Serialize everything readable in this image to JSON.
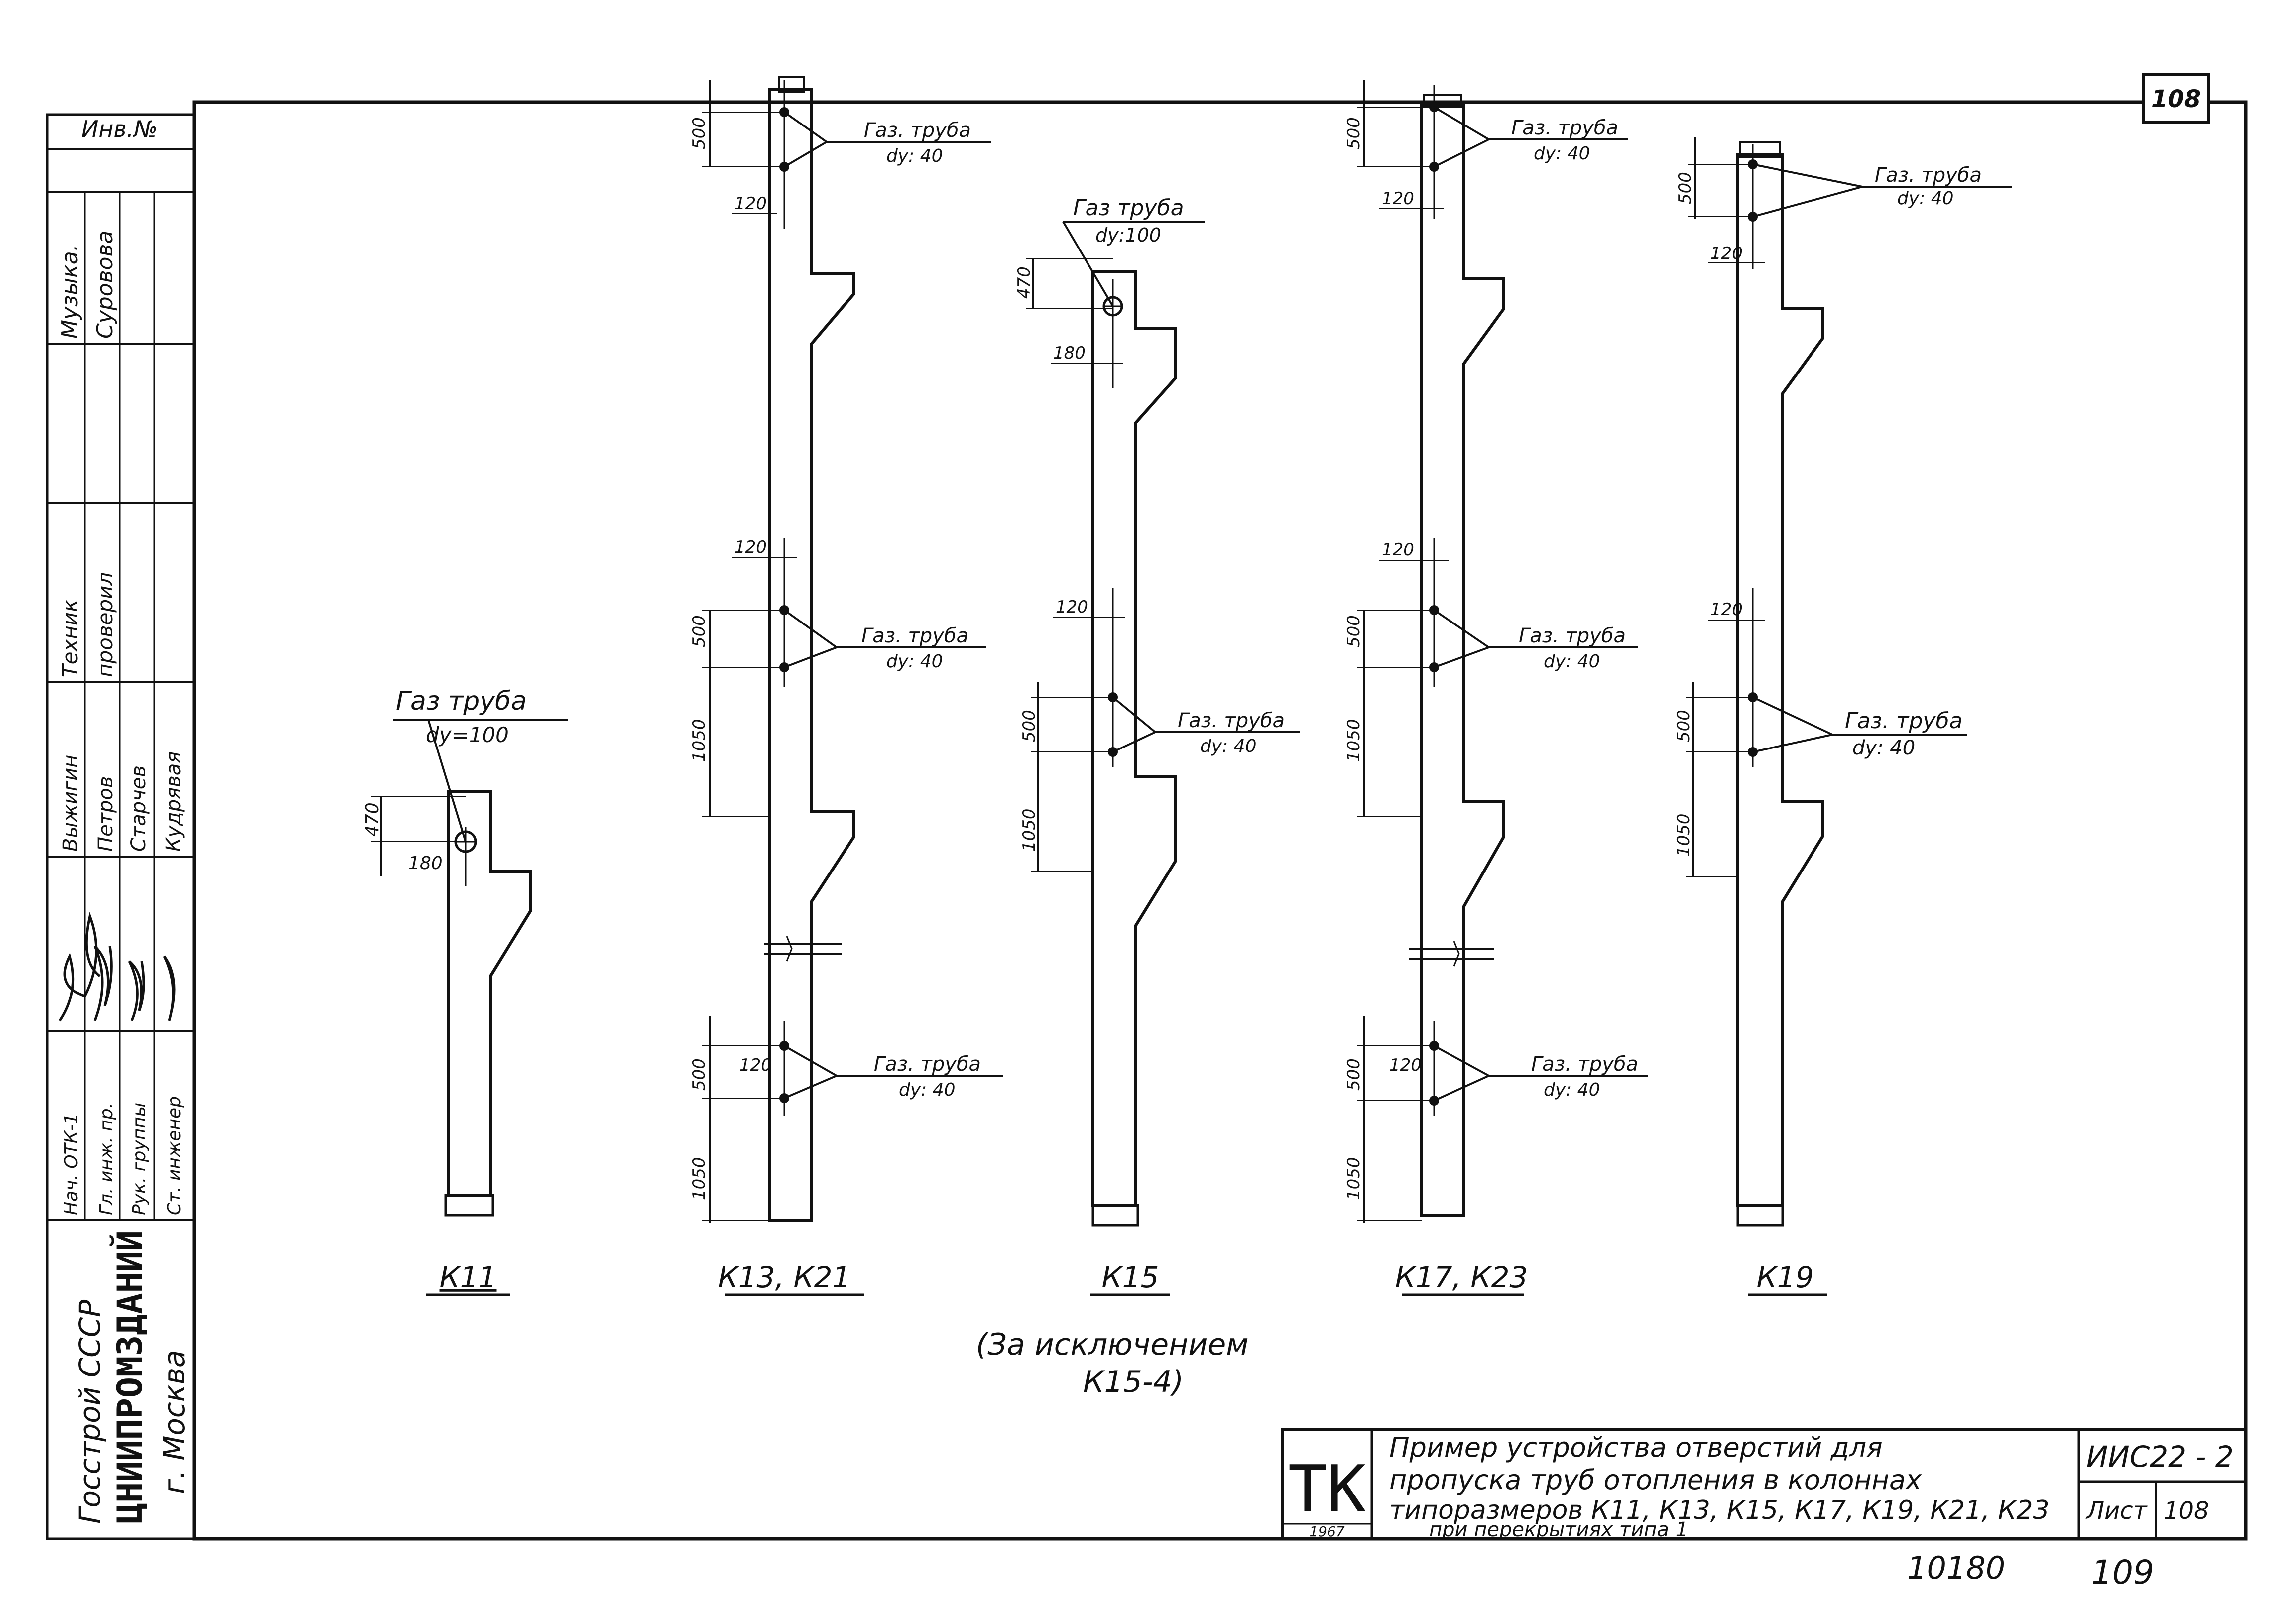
{
  "sheet": {
    "number_corner": "108",
    "number_bottom_left": "10180",
    "number_bottom_right": "109"
  },
  "side_stamp": {
    "inv_label": "Инв.№",
    "top_names": [
      "Музыка.",
      "Суровова"
    ],
    "roles": [
      "Техник",
      "проверил"
    ],
    "people": [
      "Выжигин",
      "Петров",
      "Старчев",
      "Кудрявая"
    ],
    "positions": [
      "Нач. ОТК-1",
      "Гл. инж. пр.",
      "Рук. группы",
      "Ст. инженер"
    ],
    "org_line1": "Госстрой СССР",
    "org_line2": "ЦНИИПРОМЗДАНИЙ",
    "org_line3": "г. Москва"
  },
  "columns": [
    {
      "label": "К11",
      "annotations": [
        {
          "pipe": "Газ труба",
          "dy": "dy=100"
        }
      ],
      "dims": [
        "470",
        "180"
      ]
    },
    {
      "label": "К13, К21",
      "annotations": [
        {
          "pipe": "Газ. труба",
          "dy": "dy: 40"
        },
        {
          "pipe": "Газ. труба",
          "dy": "dy: 40"
        },
        {
          "pipe": "Газ. труба",
          "dy": "dy: 40"
        }
      ],
      "dims": [
        "500",
        "120",
        "120",
        "500",
        "1050",
        "500",
        "120",
        "1050"
      ]
    },
    {
      "label": "К15",
      "annotations": [
        {
          "pipe": "Газ труба",
          "dy": "dy:100"
        },
        {
          "pipe": "Газ. труба",
          "dy": "dy: 40"
        }
      ],
      "dims": [
        "470",
        "180",
        "120",
        "500",
        "1050"
      ]
    },
    {
      "label": "К17, К23",
      "annotations": [
        {
          "pipe": "Газ. труба",
          "dy": "dy: 40"
        },
        {
          "pipe": "Газ. труба",
          "dy": "dy: 40"
        },
        {
          "pipe": "Газ. труба",
          "dy": "dy: 40"
        }
      ],
      "dims": [
        "500",
        "120",
        "120",
        "500",
        "1050",
        "500",
        "120",
        "1050"
      ]
    },
    {
      "label": "К19",
      "annotations": [
        {
          "pipe": "Газ. труба",
          "dy": "dy: 40"
        },
        {
          "pipe": "Газ. труба",
          "dy": "dy: 40"
        }
      ],
      "dims": [
        "500",
        "120",
        "120",
        "500",
        "1050"
      ]
    }
  ],
  "note": [
    "(За исключением",
    "К15-4)"
  ],
  "title_block": {
    "logo": "ТК",
    "year": "1967",
    "title_lines": [
      "Пример устройства отверстий для",
      "пропуска труб отопления в колоннах",
      "типоразмеров К11, К13, К15, К17, К19, К21, К23",
      "при перекрытиях типа 1"
    ],
    "series": "ИИС22 - 2",
    "sheet_label": "Лист",
    "sheet_no": "108"
  }
}
